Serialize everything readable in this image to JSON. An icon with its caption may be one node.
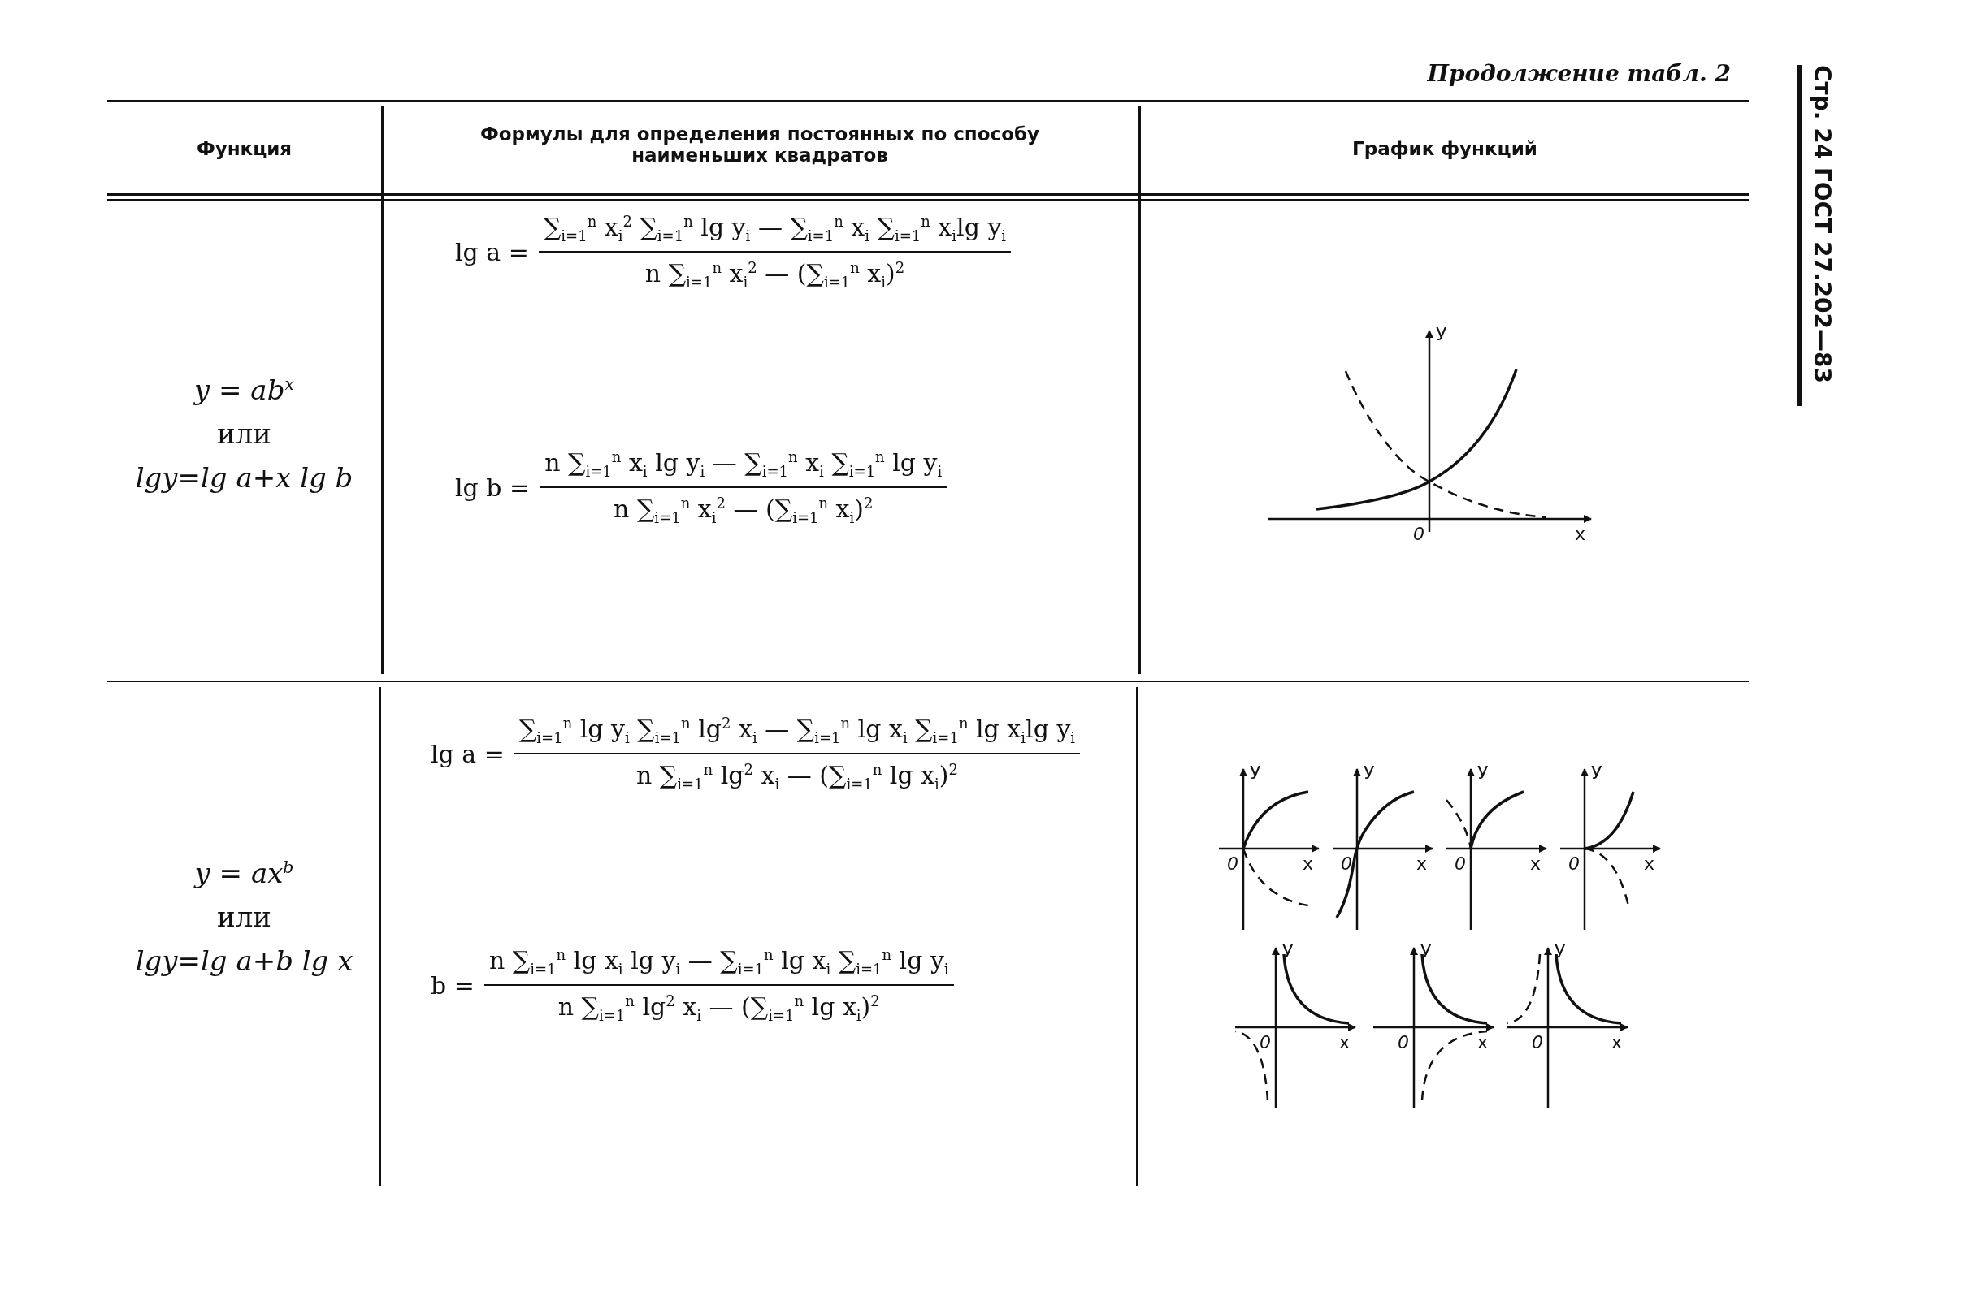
{
  "diagram": {
    "labels": [
      "Продолжение табл. 2",
      "Стр. 24 ГОСТ 27.202—83",
      "Функция",
      "Формулы для определения постоянных по способу наименьших квадратов",
      "График функций",
      "y = ab$^{x}$",
      "или",
      "lgy=lg a+x lg b",
      "lg a =",
      "∑$_{i=1}$$^{n}$ x$_{i}$$^{2}$ ∑$_{i=1}$$^{n}$ lg y$_{i}$ — ∑$_{i=1}$$^{n}$ x$_{i}$ ∑$_{i=1}$$^{n}$ x$_{i}$lg y$_{i}$",
      "n ∑$_{i=1}$$^{n}$ x$_{i}$$^{2}$ — (∑$_{i=1}$$^{n}$ x$_{i}$)$^{2}$",
      "lg b =",
      "n ∑$_{i=1}$$^{n}$ x$_{i}$ lg y$_{i}$ — ∑$_{i=1}$$^{n}$ x$_{i}$ ∑$_{i=1}$$^{n}$ lg y$_{i}$",
      "n ∑$_{i=1}$$^{n}$ x$_{i}$$^{2}$ — (∑$_{i=1}$$^{n}$ x$_{i}$)$^{2}$",
      "У",
      "0",
      "x",
      "y = ax$^{b}$",
      "или",
      "lgy=lg a+b lg x",
      "lg a =",
      "∑$_{i=1}$$^{n}$ lg y$_{i}$ ∑$_{i=1}$$^{n}$ lg$^{2}$ x$_{i}$ — ∑$_{i=1}$$^{n}$ lg x$_{i}$ ∑$_{i=1}$$^{n}$ lg x$_{i}$lg y$_{i}$",
      "n ∑$_{i=1}$$^{n}$ lg$^{2}$ x$_{i}$ — (∑$_{i=1}$$^{n}$ lg x$_{i}$)$^{2}$",
      "b =",
      "n ∑$_{i=1}$$^{n}$ lg x$_{i}$ lg y$_{i}$ — ∑$_{i=1}$$^{n}$ lg x$_{i}$ ∑$_{i=1}$$^{n}$ lg y$_{i}$",
      "n ∑$_{i=1}$$^{n}$ lg$^{2}$ x$_{i}$ — (∑$_{i=1}$$^{n}$ lg x$_{i}$)$^{2}$",
      "У",
      "0",
      "x",
      "У",
      "0",
      "x",
      "У",
      "0",
      "x",
      "У",
      "0",
      "x",
      "У",
      "0",
      "x",
      "У",
      "0",
      "x",
      "У",
      "0",
      "x"
    ]
  }
}
